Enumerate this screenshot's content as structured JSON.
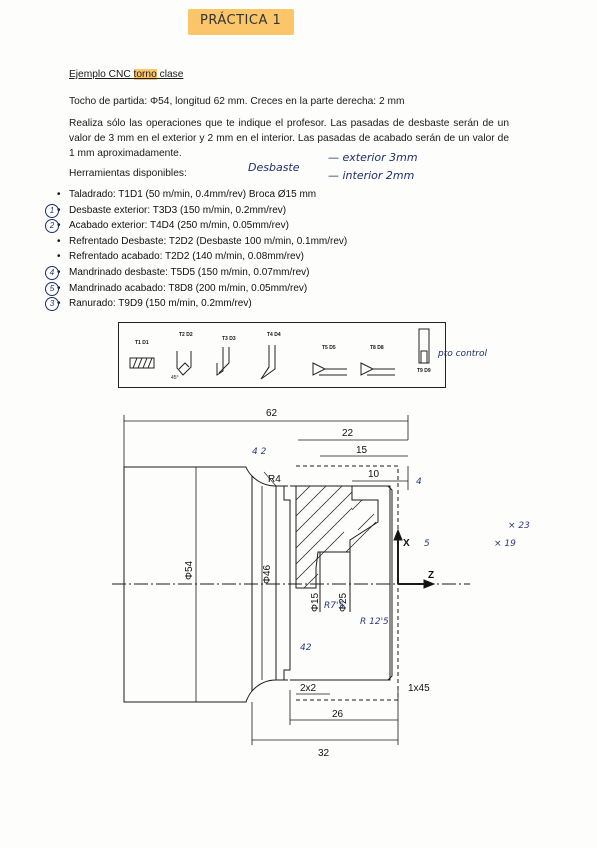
{
  "title": "PRÁCTICA 1",
  "heading": {
    "pre": "Ejemplo CNC ",
    "hl": "torno",
    "post": " clase"
  },
  "paragraph1": "Tocho de partida: Φ54, longitud 62 mm. Creces en la parte derecha: 2 mm",
  "paragraph2": "Realiza sólo las operaciones que te indique el profesor. Las pasadas de desbaste serán de un valor de 3 mm en el exterior y 2 mm en el interior. Las pasadas de acabado serán de un valor de 1 mm aproximadamente.",
  "herramientas_label": "Herramientas disponibles:",
  "handwritten": {
    "desbaste": "Desbaste",
    "exterior": "— exterior 3mm",
    "interior": "— interior 2mm",
    "pto_control": "pto control"
  },
  "tools": [
    {
      "text": "Taladrado: T1D1 (50 m/min, 0.4mm/rev) Broca Ø15 mm",
      "order": ""
    },
    {
      "text": "Desbaste exterior: T3D3 (150 m/min, 0.2mm/rev)",
      "order": "1"
    },
    {
      "text": "Acabado exterior: T4D4 (250 m/min, 0.05mm/rev)",
      "order": "2"
    },
    {
      "text": "Refrentado Desbaste: T2D2 (Desbaste 100 m/min, 0.1mm/rev)",
      "order": ""
    },
    {
      "text": "Refrentado acabado: T2D2 (140 m/min, 0.08mm/rev)",
      "order": ""
    },
    {
      "text": "Mandrinado desbaste: T5D5 (150 m/min, 0.07mm/rev)",
      "order": "4"
    },
    {
      "text": "Mandrinado acabado: T8D8 (200 m/min, 0.05mm/rev)",
      "order": "5"
    },
    {
      "text": "Ranurado: T9D9 (150 m/min, 0.2mm/rev)",
      "order": "3"
    }
  ],
  "tool_labels": [
    "T1 D1",
    "T2 D2",
    "T3 D3",
    "T4 D4",
    "T5 D5",
    "T8 D8",
    "T9 D9"
  ],
  "drawing": {
    "dim_62": "62",
    "dim_22": "22",
    "dim_15": "15",
    "dim_10": "10",
    "dim_4": "4",
    "r4": "R4",
    "phi54": "Φ54",
    "phi46": "Φ46",
    "phi15": "Φ15",
    "phi25": "Φ25",
    "x_axis": "X",
    "z_axis": "Z",
    "dim_2x2": "2x2",
    "dim_1x45": "1x45",
    "dim_26": "26",
    "dim_32": "32",
    "hand_4_2": "4   2",
    "hand_4": "4",
    "hand_5": "5",
    "hand_x23": "× 23",
    "hand_x19": "× 19",
    "hand_r75": "R7'5",
    "hand_r125": "R 12'5",
    "hand_42": "42"
  }
}
